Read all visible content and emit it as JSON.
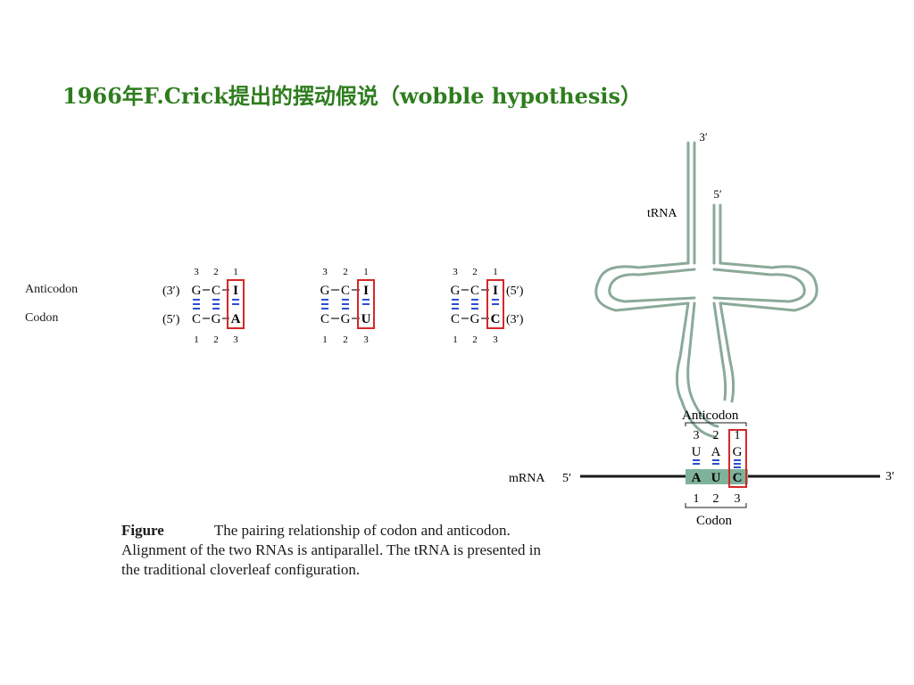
{
  "title": "1966年F.Crick提出的摆动假说（wobble hypothesis）",
  "row_labels": {
    "anticodon": "Anticodon",
    "codon": "Codon"
  },
  "pairings": [
    {
      "top_numbers": [
        "3",
        "2",
        "1"
      ],
      "anticodon_prefix": "(3′)",
      "anticodon": [
        "G",
        "C",
        "I"
      ],
      "anticodon_suffix": "",
      "codon_prefix": "(5′)",
      "codon": [
        "C",
        "G",
        "A"
      ],
      "codon_suffix": "",
      "bottom_numbers": [
        "1",
        "2",
        "3"
      ]
    },
    {
      "top_numbers": [
        "3",
        "2",
        "1"
      ],
      "anticodon_prefix": "",
      "anticodon": [
        "G",
        "C",
        "I"
      ],
      "anticodon_suffix": "",
      "codon_prefix": "",
      "codon": [
        "C",
        "G",
        "U"
      ],
      "codon_suffix": "",
      "bottom_numbers": [
        "1",
        "2",
        "3"
      ]
    },
    {
      "top_numbers": [
        "3",
        "2",
        "1"
      ],
      "anticodon_prefix": "",
      "anticodon": [
        "G",
        "C",
        "I"
      ],
      "anticodon_suffix": "(5′)",
      "codon_prefix": "",
      "codon": [
        "C",
        "G",
        "C"
      ],
      "codon_suffix": "(3′)",
      "bottom_numbers": [
        "1",
        "2",
        "3"
      ]
    }
  ],
  "trna": {
    "label": "tRNA",
    "end_3": "3′",
    "end_5": "5′",
    "anticodon_label": "Anticodon",
    "anticodon_numbers": [
      "3",
      "2",
      "1"
    ],
    "anticodon_bases": [
      "U",
      "A",
      "G"
    ],
    "mrna_label": "mRNA",
    "mrna_5": "5′",
    "mrna_3": "3′",
    "codon_bases": [
      "A",
      "U",
      "C"
    ],
    "codon_numbers": [
      "1",
      "2",
      "3"
    ],
    "codon_label": "Codon"
  },
  "caption": {
    "figure_word": "Figure",
    "text": "The pairing relationship of codon and anticodon. Alignment of the two RNAs is antiparallel. The tRNA is presented in the traditional cloverleaf configuration."
  },
  "colors": {
    "title": "#2e7d1e",
    "highlight_box": "#d62828",
    "hbond": "#2b4fd6",
    "trna_strand": "#8aaa98",
    "codon_fill": "#7fb29b"
  }
}
